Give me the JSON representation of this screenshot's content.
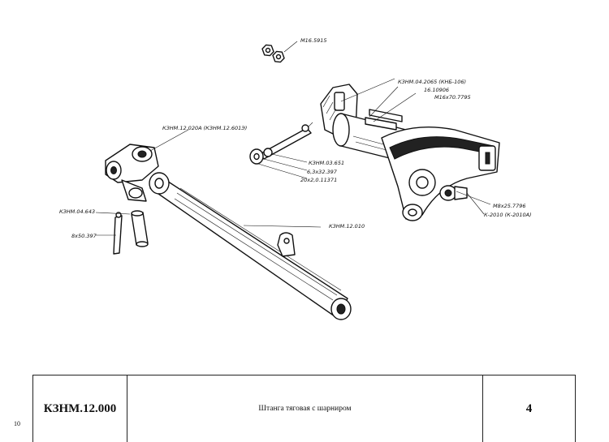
{
  "callouts": {
    "nut": "М16.5915",
    "pin_bracket": "КЗНМ.04.2065 (КНБ-106)",
    "washer_top": "16.10906",
    "bolt_top": "М16х70.7795",
    "hinge": "КЗНМ.12.020А (КЗНМ.12.601Э)",
    "axle": "КЗНМ.03.651",
    "axle_washer": "6,3х32.397",
    "axle_pin": "20х2,0.11371",
    "pin_big": "КЗНМ.04.643",
    "cotter": "8х50.397",
    "bar": "КЗНМ.12.010",
    "bolt_small": "М8х25.7796",
    "roller": "К-2010 (К-2010А)"
  },
  "title_block": {
    "code": "КЗНМ.12.000",
    "name": "Штанга тяговая с шарниром",
    "sheet": "4"
  },
  "page_number": "10"
}
